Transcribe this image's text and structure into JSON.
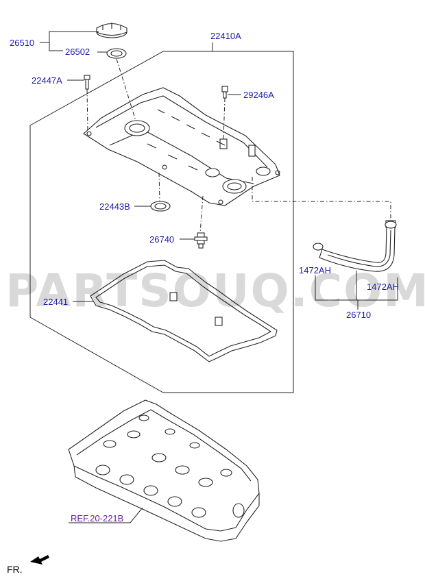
{
  "watermark": "PARTSOUQ.COM",
  "labels": {
    "p26510": "26510",
    "p26502": "26502",
    "p22410A": "22410A",
    "p22447A": "22447A",
    "p29246A": "29246A",
    "p22443B": "22443B",
    "p26740": "26740",
    "p22441": "22441",
    "p1472AH_left": "1472AH",
    "p1472AH_right": "1472AH",
    "p26710": "26710"
  },
  "reference": "REF.20-221B",
  "front_marker": "FR."
}
